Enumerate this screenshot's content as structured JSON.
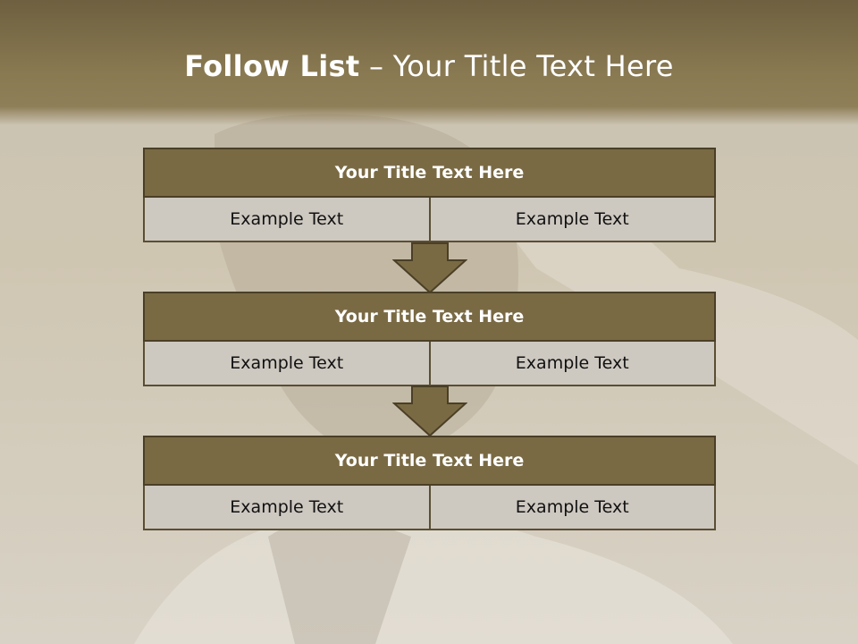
{
  "slide": {
    "title_bold": "Follow List",
    "title_rest": "– Your Title Text Here"
  },
  "blocks": [
    {
      "title": "Your Title Text Here",
      "left": "Example Text",
      "right": "Example Text"
    },
    {
      "title": "Your Title Text Here",
      "left": "Example Text",
      "right": "Example Text"
    },
    {
      "title": "Your Title Text Here",
      "left": "Example Text",
      "right": "Example Text"
    }
  ],
  "colors": {
    "header_fill": "#7a6a44",
    "cell_fill": "#cdc8c0",
    "arrow_fill": "#7a6a44"
  }
}
